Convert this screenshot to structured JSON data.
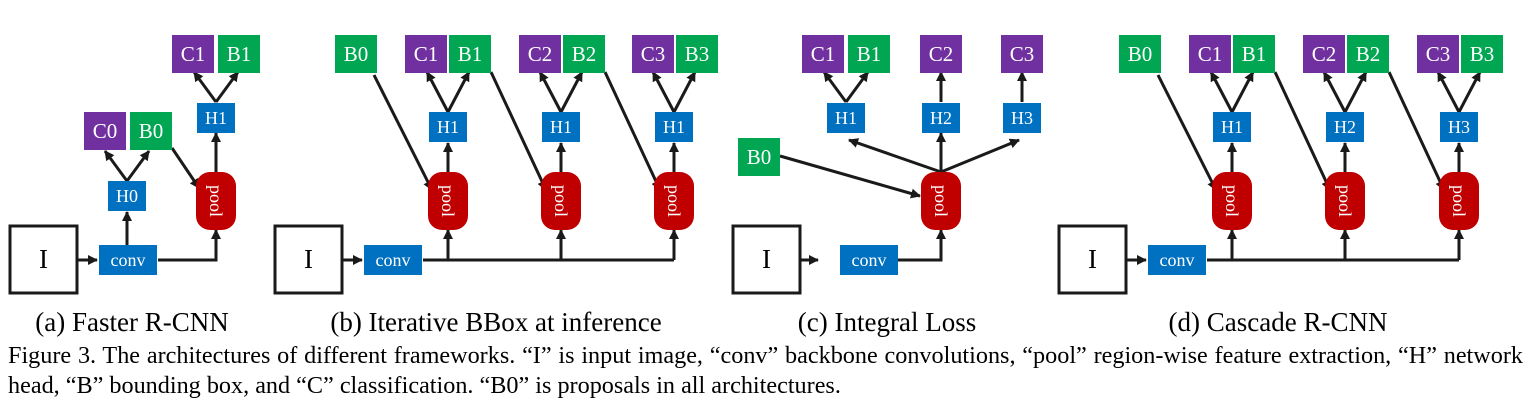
{
  "colors": {
    "classification": "#7030a0",
    "bbox": "#00a651",
    "head": "#0070c0",
    "pool": "#c00000",
    "line": "#1a1a1a"
  },
  "labels": {
    "input": "I",
    "conv": "conv",
    "pool": "pool"
  },
  "panels": [
    {
      "id": "a",
      "subtitle": "(a) Faster R-CNN",
      "nodes": [
        "C0",
        "B0",
        "H0",
        "C1",
        "B1",
        "H1"
      ]
    },
    {
      "id": "b",
      "subtitle": "(b) Iterative BBox at inference",
      "nodes": [
        "B0",
        "C1",
        "B1",
        "H1",
        "C2",
        "B2",
        "H1",
        "C3",
        "B3",
        "H1"
      ]
    },
    {
      "id": "c",
      "subtitle": "(c) Integral Loss",
      "nodes": [
        "C1",
        "B1",
        "C2",
        "C3",
        "H1",
        "H2",
        "H3",
        "B0"
      ]
    },
    {
      "id": "d",
      "subtitle": "(d) Cascade R-CNN",
      "nodes": [
        "B0",
        "C1",
        "B1",
        "H1",
        "C2",
        "B2",
        "H2",
        "C3",
        "B3",
        "H3"
      ]
    }
  ],
  "caption": "Figure 3. The architectures of different frameworks. “I” is input image, “conv” backbone convolutions, “pool” region-wise feature extraction, “H” network head, “B” bounding box, and “C” classification. “B0” is proposals in all architectures."
}
